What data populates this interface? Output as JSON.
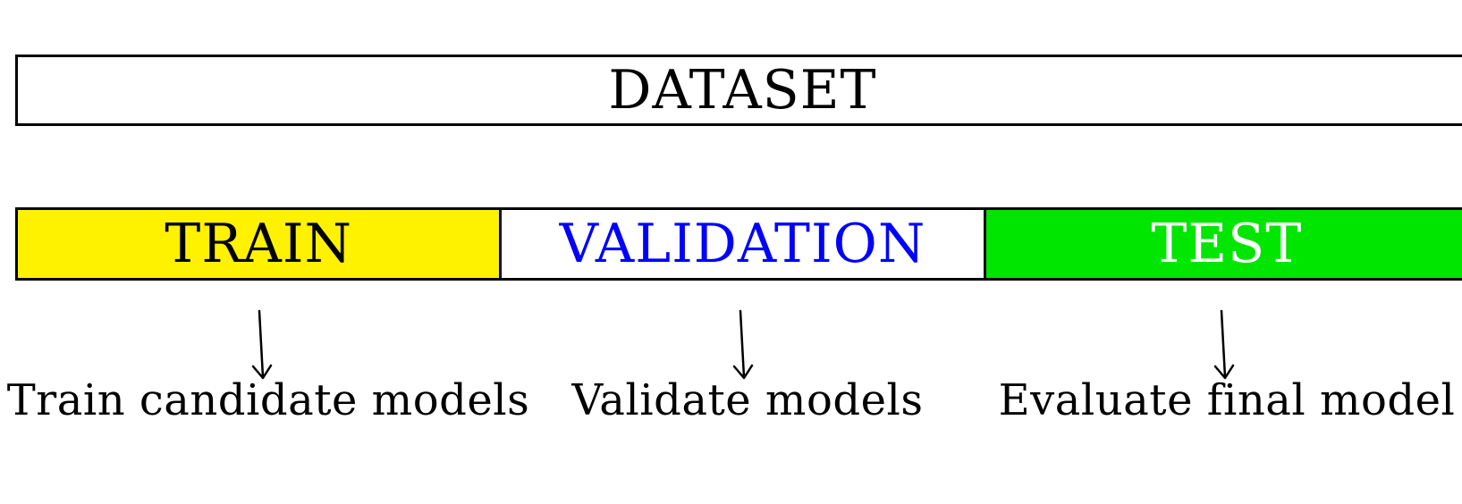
{
  "dataset": {
    "label": "DATASET"
  },
  "splits": [
    {
      "label": "TRAIN",
      "bg": "#FFF200",
      "fg": "#000000",
      "caption": "Train candidate models"
    },
    {
      "label": "VALIDATION",
      "bg": "#FFFFFF",
      "fg": "#0000FF",
      "caption": "Validate models"
    },
    {
      "label": "TEST",
      "bg": "#00E600",
      "fg": "#FFFFFF",
      "caption": "Evaluate final model"
    }
  ],
  "colors": {
    "stroke": "#000000"
  },
  "icons": {
    "arrow": "arrow-down-icon"
  }
}
